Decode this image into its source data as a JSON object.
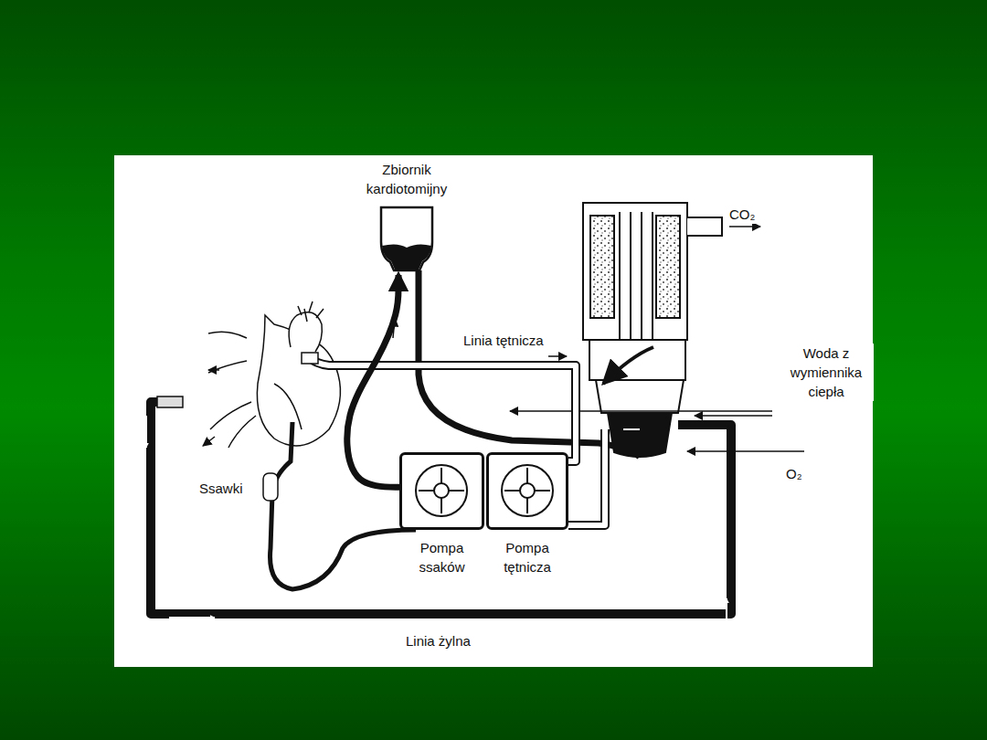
{
  "diagram": {
    "nodes": [
      {
        "text": [
          "Zbiornik kardiotomijny"
        ]
      },
      {
        "text": [
          "Pompa ssaków"
        ]
      },
      {
        "text": [
          "Pompa tętnicza"
        ]
      }
    ],
    "edges": [
      {
        "from": 1,
        "to": 0,
        "arrow": "to"
      }
    ],
    "labels": [
      "Linia tętnicza",
      "Woda z wymiennika ciepła",
      "CO₂",
      "O₂",
      "Ssawki",
      "Linia żylna"
    ]
  }
}
